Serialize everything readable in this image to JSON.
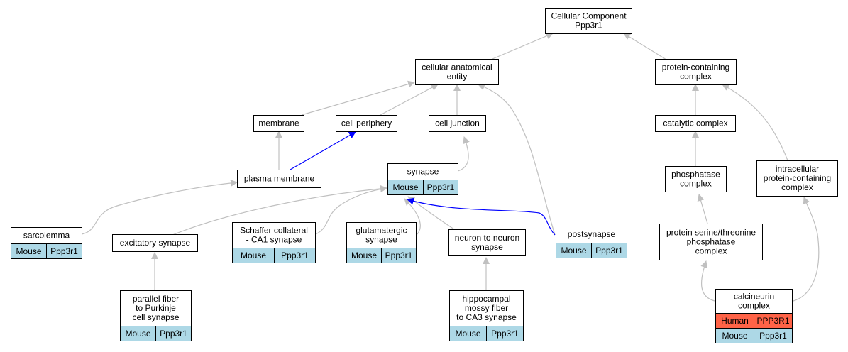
{
  "colors": {
    "edge": "#c0c0c0",
    "highlight": "#0000ff",
    "mouse": "#add8e6",
    "human": "#ff6347",
    "border": "#000000"
  },
  "nodes": {
    "root": {
      "lines": [
        "Cellular Component",
        "Ppp3r1"
      ]
    },
    "cae": {
      "lines": [
        "cellular anatomical",
        "entity"
      ]
    },
    "pcc": {
      "lines": [
        "protein-containing",
        "complex"
      ]
    },
    "membrane": {
      "lines": [
        "membrane"
      ]
    },
    "periphery": {
      "lines": [
        "cell periphery"
      ]
    },
    "junction": {
      "lines": [
        "cell junction"
      ]
    },
    "catalytic": {
      "lines": [
        "catalytic complex"
      ]
    },
    "plasma": {
      "lines": [
        "plasma membrane"
      ]
    },
    "synapse": {
      "lines": [
        "synapse"
      ],
      "rows": [
        [
          "Mouse",
          "Ppp3r1"
        ]
      ]
    },
    "phosphatase": {
      "lines": [
        "phosphatase",
        "complex"
      ]
    },
    "intracellular": {
      "lines": [
        "intracellular",
        "protein-containing",
        "complex"
      ]
    },
    "sarcolemma": {
      "lines": [
        "sarcolemma"
      ],
      "rows": [
        [
          "Mouse",
          "Ppp3r1"
        ]
      ]
    },
    "excitatory": {
      "lines": [
        "excitatory synapse"
      ]
    },
    "schaffer": {
      "lines": [
        "Schaffer collateral",
        "- CA1 synapse"
      ],
      "rows": [
        [
          "Mouse",
          "Ppp3r1"
        ]
      ]
    },
    "glutamatergic": {
      "lines": [
        "glutamatergic",
        "synapse"
      ],
      "rows": [
        [
          "Mouse",
          "Ppp3r1"
        ]
      ]
    },
    "n2n": {
      "lines": [
        "neuron to neuron",
        "synapse"
      ]
    },
    "postsynapse": {
      "lines": [
        "postsynapse"
      ],
      "rows": [
        [
          "Mouse",
          "Ppp3r1"
        ]
      ]
    },
    "psp": {
      "lines": [
        "protein serine/threonine",
        "phosphatase",
        "complex"
      ]
    },
    "parallel": {
      "lines": [
        "parallel fiber",
        "to Purkinje",
        "cell synapse"
      ],
      "rows": [
        [
          "Mouse",
          "Ppp3r1"
        ]
      ]
    },
    "hippocampal": {
      "lines": [
        "hippocampal",
        "mossy fiber",
        "to CA3 synapse"
      ],
      "rows": [
        [
          "Mouse",
          "Ppp3r1"
        ]
      ]
    },
    "calcineurin": {
      "lines": [
        "calcineurin",
        "complex"
      ],
      "rows": [
        [
          "Human",
          "PPP3R1"
        ],
        [
          "Mouse",
          "Ppp3r1"
        ]
      ]
    }
  }
}
